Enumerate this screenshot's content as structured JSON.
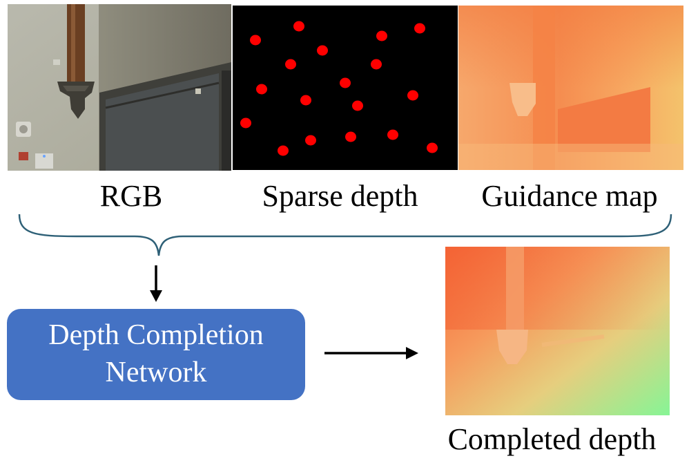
{
  "inputs": {
    "rgb_label": "RGB",
    "sparse_label": "Sparse depth",
    "guidance_label": "Guidance map"
  },
  "network": {
    "line1": "Depth Completion",
    "line2": "Network"
  },
  "output": {
    "completed_label": "Completed depth"
  },
  "colors": {
    "network_fill": "#4472c4",
    "brace_stroke": "#2e6077",
    "sparse_point": "#ff0000",
    "arrow": "#000000"
  },
  "sparse_points_count": 18
}
